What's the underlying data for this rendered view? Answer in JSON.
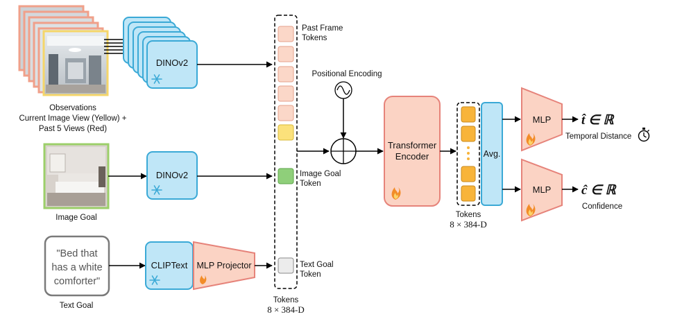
{
  "observations": {
    "caption_line1": "Observations",
    "caption_line2": "Current Image View (Yellow) +",
    "caption_line3": "Past 5 Views (Red)"
  },
  "image_goal": {
    "caption": "Image Goal"
  },
  "text_goal": {
    "line1": "\"Bed that",
    "line2": "has a white",
    "line3": "comforter\"",
    "caption": "Text Goal"
  },
  "encoders": {
    "dino_top": "DINOv2",
    "dino_mid": "DINOv2",
    "cliptext": "CLIPText",
    "mlp_projector": "MLP Projector"
  },
  "token_column": {
    "past_frame_line1": "Past Frame",
    "past_frame_line2": "Tokens",
    "image_goal_line1": "Image Goal",
    "image_goal_line2": "Token",
    "text_goal_line1": "Text Goal",
    "text_goal_line2": "Token",
    "caption": "Tokens",
    "dim_math": "8 × 384-D"
  },
  "positional_encoding": "Positional Encoding",
  "transformer": {
    "line1": "Transformer",
    "line2": "Encoder"
  },
  "output_tokens": {
    "caption": "Tokens",
    "dim_math": "8 × 384-D"
  },
  "avg": "Avg.",
  "heads": {
    "top_label": "MLP",
    "top_output_math": "t̂ ∈ ℝ",
    "top_output_caption": "Temporal Distance",
    "bottom_label": "MLP",
    "bottom_output_math": "ĉ ∈ ℝ",
    "bottom_output_caption": "Confidence"
  },
  "colors": {
    "blue_fill": "#bfe6f7",
    "blue_stroke": "#3aa9d6",
    "salmon_fill": "#fbd3c4",
    "salmon_stroke": "#e6837a",
    "token_red": "#fbd7c8",
    "token_yellow": "#fbe17b",
    "token_green": "#8fcf7a",
    "token_gray": "#ececec",
    "out_token": "#f8b43a",
    "image_frame_red": "#f0a08a",
    "image_frame_yellow": "#f5d66a",
    "image_frame_green": "#9ccf6a"
  },
  "icons": [
    "snowflake-icon",
    "flame-icon",
    "stopwatch-icon",
    "sine-wave-icon",
    "adder-icon"
  ]
}
